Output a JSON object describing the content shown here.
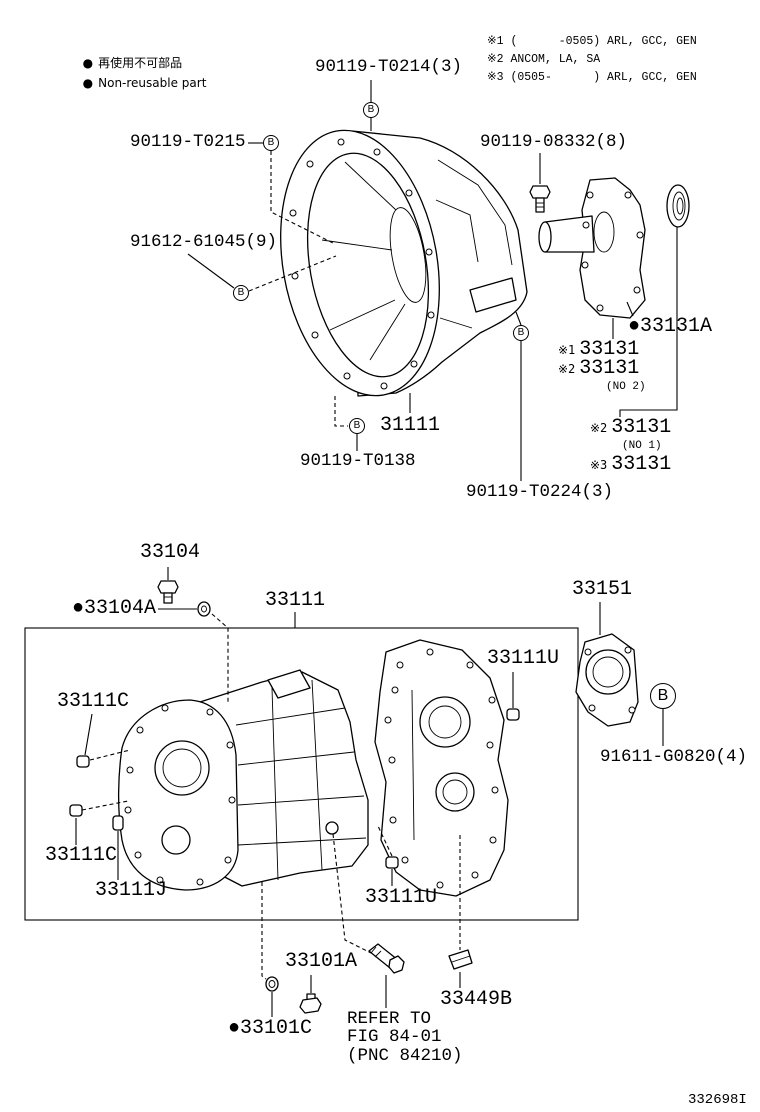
{
  "legend": {
    "bullet": "●",
    "jp": "再使用不可部品",
    "en": "Non-reusable part"
  },
  "notes": [
    "※1 (      -0505) ARL, GCC, GEN",
    "※2 ANCOM, LA, SA",
    "※3 (0505-      ) ARL, GCC, GEN"
  ],
  "bolt_marker": "B",
  "upper": {
    "bolt_t0214": "90119-T0214(3)",
    "bolt_t0215": "90119-T0215",
    "bolt_08332": "90119-08332(8)",
    "pin_61045": "91612-61045(9)",
    "part_33131a": "●33131A",
    "retainer_note1": {
      "mark": "※1",
      "part": "33131"
    },
    "retainer_note2_no2": {
      "mark": "※2",
      "part": "33131",
      "sub": "(NO 2)"
    },
    "housing": "31111",
    "retainer_note2_no1": {
      "mark": "※2",
      "part": "33131",
      "sub": "(NO 1)"
    },
    "retainer_note3": {
      "mark": "※3",
      "part": "33131"
    },
    "bolt_t0138": "90119-T0138",
    "bolt_t0224": "90119-T0224(3)"
  },
  "lower": {
    "bolt_33104": "33104",
    "part_33104a": "●33104A",
    "case_33111": "33111",
    "cover_33151": "33151",
    "plug_33111u_upper": "33111U",
    "plug_33111c_upper": "33111C",
    "bolt_g0820": "91611-G0820(4)",
    "plug_33111c_lower": "33111C",
    "pin_33111j": "33111J",
    "plug_33111u_lower": "33111U",
    "bolt_33101a": "33101A",
    "refer_note": [
      "REFER TO",
      "FIG 84-01",
      "(PNC 84210)"
    ],
    "part_33449b": "33449B",
    "part_33101c": "●33101C"
  },
  "figure_id": "332698I"
}
